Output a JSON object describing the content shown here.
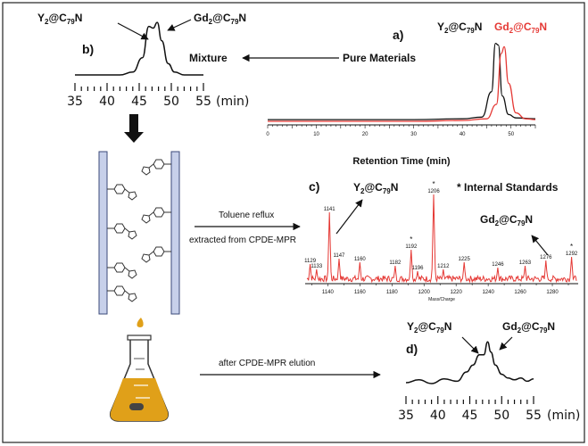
{
  "panel_a": {
    "label": "a)",
    "legend_y": "Y",
    "legend_gd": "Gd",
    "sub2": "2",
    "at_c": "@C",
    "sub79": "79",
    "n": "N",
    "xlabel": "Retention Time (min)",
    "ticks": [
      "0",
      "10",
      "20",
      "30",
      "40",
      "50"
    ]
  },
  "pure_materials": "Pure Materials",
  "mixture": "Mixture",
  "panel_b": {
    "label": "b)",
    "y_label": "Y",
    "gd_label": "Gd",
    "ticks": [
      "35",
      "40",
      "45",
      "50",
      "55"
    ],
    "unit": "(min)"
  },
  "panel_c": {
    "label": "c)",
    "y_label": "Y",
    "gd_label": "Gd",
    "internal_standards": "* Internal Standards",
    "xlabel": "Mass/Charge",
    "ticks": [
      "1140",
      "1160",
      "1180",
      "1200",
      "1220",
      "1240",
      "1260",
      "1280"
    ]
  },
  "arrow_toluene": "Toluene reflux",
  "arrow_extracted": "extracted from CPDE-MPR",
  "arrow_elution": "after CPDE-MPR elution",
  "panel_d": {
    "label": "d)",
    "y_label": "Y",
    "gd_label": "Gd",
    "ticks": [
      "35",
      "40",
      "45",
      "50",
      "55"
    ],
    "unit": "(min)"
  },
  "colors": {
    "black_trace": "#111111",
    "red_trace": "#e53935",
    "flask_liquid": "#e0a019",
    "column": "#c7d0ea"
  },
  "chart_data": [
    {
      "type": "line",
      "panel": "a",
      "xlabel": "Retention Time (min)",
      "xlim": [
        0,
        55
      ],
      "series": [
        {
          "name": "Y2@C79N",
          "color": "#111111",
          "x": [
            0,
            10,
            20,
            30,
            40,
            44,
            46,
            46.8,
            47.4,
            48.2,
            49.5,
            51,
            55
          ],
          "y": [
            0.02,
            0.02,
            0.02,
            0.02,
            0.03,
            0.05,
            0.35,
            0.92,
            0.9,
            0.3,
            0.08,
            0.04,
            0.03
          ]
        },
        {
          "name": "Gd2@C79N",
          "color": "#e53935",
          "x": [
            0,
            10,
            20,
            30,
            40,
            45,
            47,
            48,
            48.6,
            49.5,
            51,
            53,
            55
          ],
          "y": [
            0.0,
            0.0,
            0.0,
            0.0,
            0.01,
            0.03,
            0.2,
            0.8,
            0.88,
            0.45,
            0.1,
            0.03,
            0.02
          ]
        }
      ]
    },
    {
      "type": "line",
      "panel": "b",
      "xlabel": "(min)",
      "xlim": [
        35,
        55
      ],
      "series": [
        {
          "name": "Mixture",
          "x": [
            35,
            42,
            44,
            45.5,
            46.5,
            47.2,
            47.8,
            48.5,
            49.5,
            50.5,
            52,
            55
          ],
          "y": [
            0.0,
            0.0,
            0.05,
            0.3,
            0.85,
            0.82,
            0.92,
            0.6,
            0.2,
            0.05,
            0.0,
            0.0
          ]
        }
      ]
    },
    {
      "type": "line",
      "panel": "c",
      "xlabel": "Mass/Charge",
      "xlim": [
        1127,
        1295
      ],
      "peak_labels": [
        {
          "mz": "1129",
          "x": 1129,
          "y": 0.22
        },
        {
          "mz": "1133",
          "x": 1133,
          "y": 0.16
        },
        {
          "mz": "1141",
          "x": 1141,
          "y": 0.8
        },
        {
          "mz": "1147",
          "x": 1147,
          "y": 0.28
        },
        {
          "mz": "1160",
          "x": 1160,
          "y": 0.24
        },
        {
          "mz": "1182",
          "x": 1182,
          "y": 0.2
        },
        {
          "mz": "1192",
          "x": 1192,
          "y": 0.38,
          "star": true
        },
        {
          "mz": "1196",
          "x": 1196,
          "y": 0.14
        },
        {
          "mz": "1206",
          "x": 1206,
          "y": 1.0,
          "star": true
        },
        {
          "mz": "1212",
          "x": 1212,
          "y": 0.16
        },
        {
          "mz": "1225",
          "x": 1225,
          "y": 0.24
        },
        {
          "mz": "1246",
          "x": 1246,
          "y": 0.18
        },
        {
          "mz": "1263",
          "x": 1263,
          "y": 0.2
        },
        {
          "mz": "1276",
          "x": 1276,
          "y": 0.26
        },
        {
          "mz": "1292",
          "x": 1292,
          "y": 0.3,
          "star": true
        }
      ]
    },
    {
      "type": "line",
      "panel": "d",
      "xlabel": "(min)",
      "xlim": [
        35,
        55
      ],
      "series": [
        {
          "name": "after CPDE-MPR elution",
          "x": [
            35,
            37,
            39,
            41,
            43,
            44.5,
            45.5,
            46.5,
            47.2,
            47.8,
            48.3,
            49,
            50,
            51,
            52,
            53,
            54,
            55
          ],
          "y": [
            0.02,
            0.08,
            0.0,
            0.1,
            0.05,
            0.25,
            0.4,
            0.62,
            0.62,
            0.9,
            0.68,
            0.4,
            0.2,
            0.12,
            0.08,
            0.12,
            0.05,
            0.1
          ]
        }
      ]
    }
  ]
}
